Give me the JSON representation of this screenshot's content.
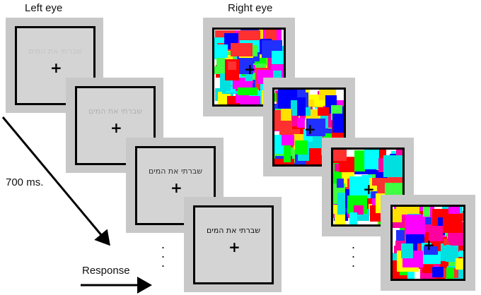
{
  "labels": {
    "left_eye": "Left eye",
    "right_eye": "Right eye",
    "duration": "700 ms.",
    "response": "Response"
  },
  "prime_text": "שברתי את המים",
  "fixation": "+",
  "ellipsis": ".\n.\n.",
  "left_frames": [
    {
      "text_color": "#c4c4c4"
    },
    {
      "text_color": "#b0b0b0"
    },
    {
      "text_color": "#333333"
    },
    {
      "text_color": "#111111"
    }
  ],
  "right_frames": [
    {},
    {},
    {},
    {}
  ],
  "mask_colors": [
    "#ff00ff",
    "#ffff00",
    "#00ffff",
    "#ff0000",
    "#00ff00",
    "#0000ff",
    "#ff00a0",
    "#ffe000",
    "#00e0e0",
    "#40ff40",
    "#ff3030",
    "#2030ff"
  ]
}
